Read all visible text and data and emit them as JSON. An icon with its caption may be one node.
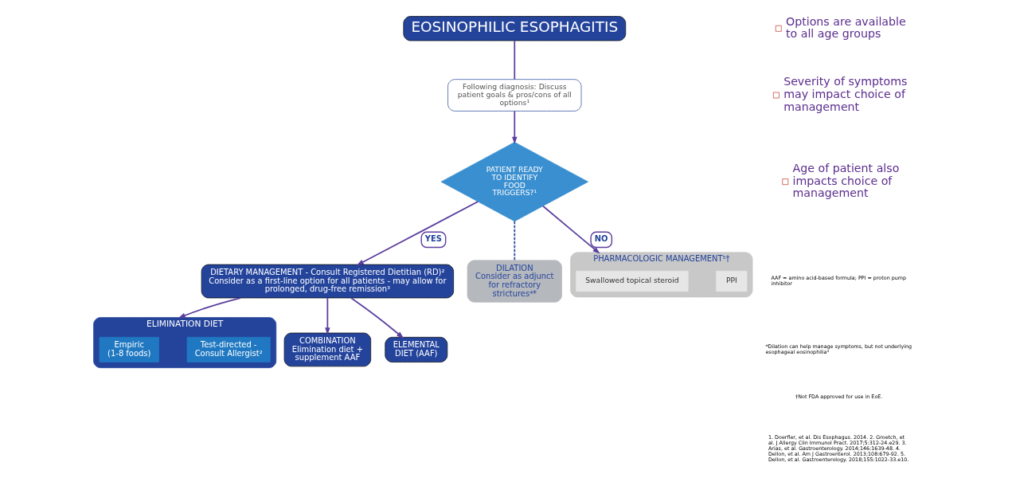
{
  "diagram": {
    "nodes": [
      {
        "text": [
          "EOSINOPHILIC ESOPHAGITIS"
        ]
      },
      {
        "text": [
          "Following diagnosis: Discuss patient goals & pros/cons of all options¹"
        ]
      },
      {
        "text": [
          "PATIENT READY TO IDENTIFY FOOD TRIGGERS?¹"
        ]
      },
      {
        "text": [
          "DIETARY MANAGEMENT - Consult Registered Dietitian (RD)²",
          "Consider as a first-line option for all patients - may allow for prolonged, drug-free remission³"
        ]
      },
      {
        "text": [
          "ELIMINATION DIET"
        ]
      },
      {
        "text": [
          "Empiric",
          "(1-8 foods)"
        ],
        "in": 4
      },
      {
        "text": [
          "Test-directed -",
          "Consult Allergist²"
        ],
        "in": 4
      },
      {
        "text": [
          "COMBINATION",
          "Elimination diet + supplement AAF"
        ]
      },
      {
        "text": [
          "ELEMENTAL DIET (AAF)"
        ]
      },
      {
        "text": [
          "DILATION",
          "Consider as adjunct for refractory strictures⁴*"
        ]
      },
      {
        "text": [
          "PHARMACOLOGIC MANAGEMENT⁵†"
        ]
      },
      {
        "text": [
          "Swallowed topical steroid"
        ],
        "in": 10
      },
      {
        "text": [
          "PPI"
        ],
        "in": 10
      }
    ],
    "edges": [
      {
        "from": 0,
        "to": 1,
        "arrow": "none"
      },
      {
        "from": 1,
        "to": 2,
        "arrow": "to"
      },
      {
        "from": 2,
        "to": 3,
        "arrow": "to",
        "label": "YES"
      },
      {
        "from": 2,
        "to": 9,
        "arrow": "none",
        "style": "dashed",
        "color": "#2b4aa0"
      },
      {
        "from": 2,
        "to": 10,
        "arrow": "to",
        "label": "NO"
      },
      {
        "from": 3,
        "to": 4,
        "arrow": "to"
      },
      {
        "from": 3,
        "to": 7,
        "arrow": "to"
      },
      {
        "from": 3,
        "to": 8,
        "arrow": "to"
      }
    ],
    "labels": [
      "Options are available to all age groups",
      "Severity of symptoms may impact choice of management",
      "Age of patient also impacts choice of management",
      "AAF = amino acid-based formula; PPI = proton pump inhibitor",
      "*Dilation can help manage symptoms, but not underlying esophageal eosinophilia⁴",
      "†Not FDA approved for use in EoE.",
      "1. Doerfler, et al. Dis Esophagus. 2014. 2. Groetch, et al. J Allergy Clin Immunol Pract. 2017;5:312-24.e29. 3. Arias, et al. Gastroenterology. 2014;146:1639-48. 4. Dellon, et al. Am J Gastroenterol. 2013;108:679-92. 5. Dellon, et al. Gastroenterology. 2018;155:1022-33.e10."
    ]
  }
}
